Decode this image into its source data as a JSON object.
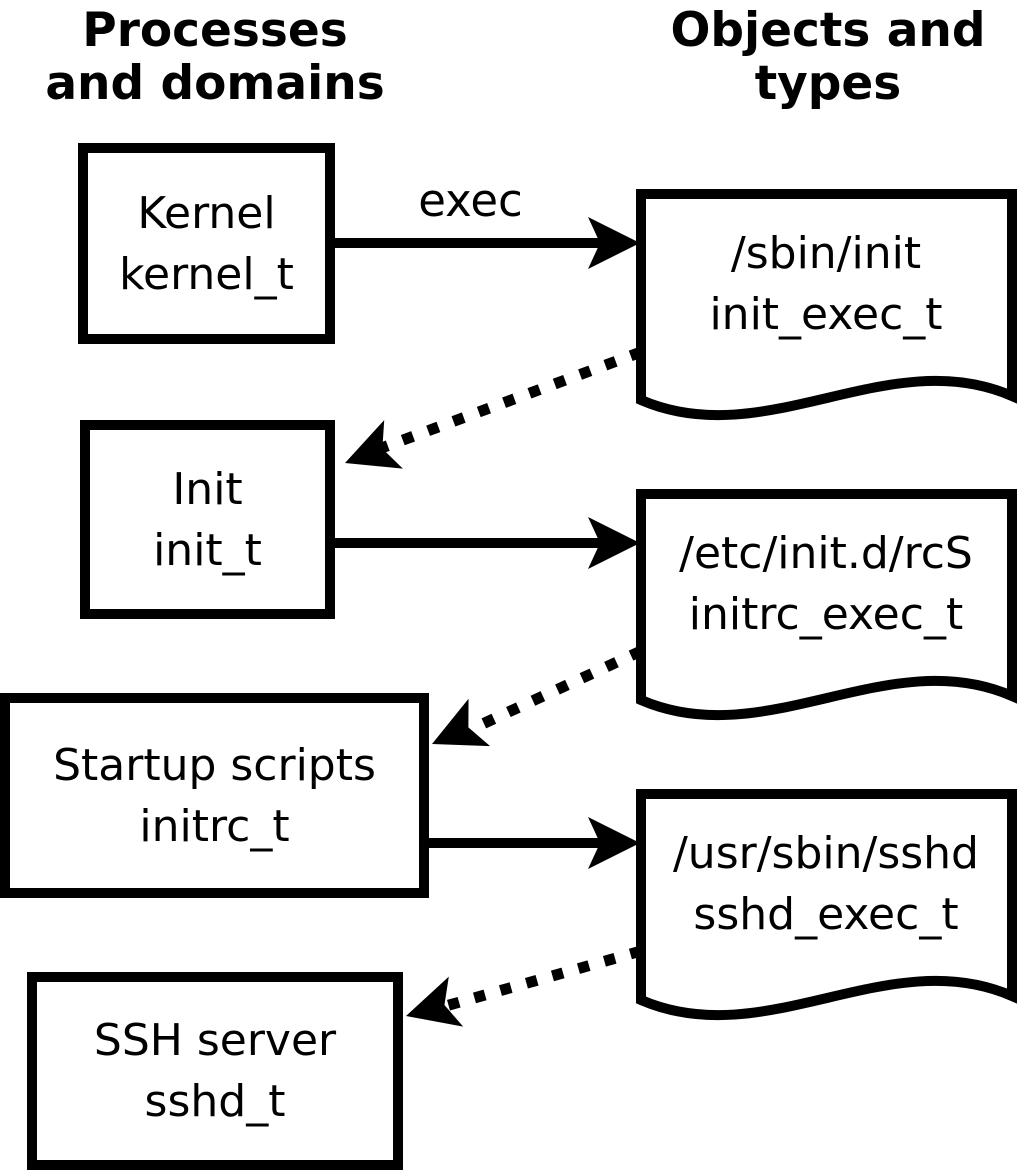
{
  "diagram": {
    "title_left": {
      "line1": "Processes",
      "line2": "and domains"
    },
    "title_right": {
      "line1": "Objects and",
      "line2": "types"
    },
    "processes": [
      {
        "label": "Kernel",
        "type": "kernel_t"
      },
      {
        "label": "Init",
        "type": "init_t"
      },
      {
        "label": "Startup scripts",
        "type": "initrc_t"
      },
      {
        "label": "SSH server",
        "type": "sshd_t"
      }
    ],
    "objects": [
      {
        "path": "/sbin/init",
        "type": "init_exec_t"
      },
      {
        "path": "/etc/init.d/rcS",
        "type": "initrc_exec_t"
      },
      {
        "path": "/usr/sbin/sshd",
        "type": "sshd_exec_t"
      }
    ],
    "exec_label": "exec",
    "colors": {
      "ink": "#000000",
      "paper": "#ffffff"
    }
  }
}
